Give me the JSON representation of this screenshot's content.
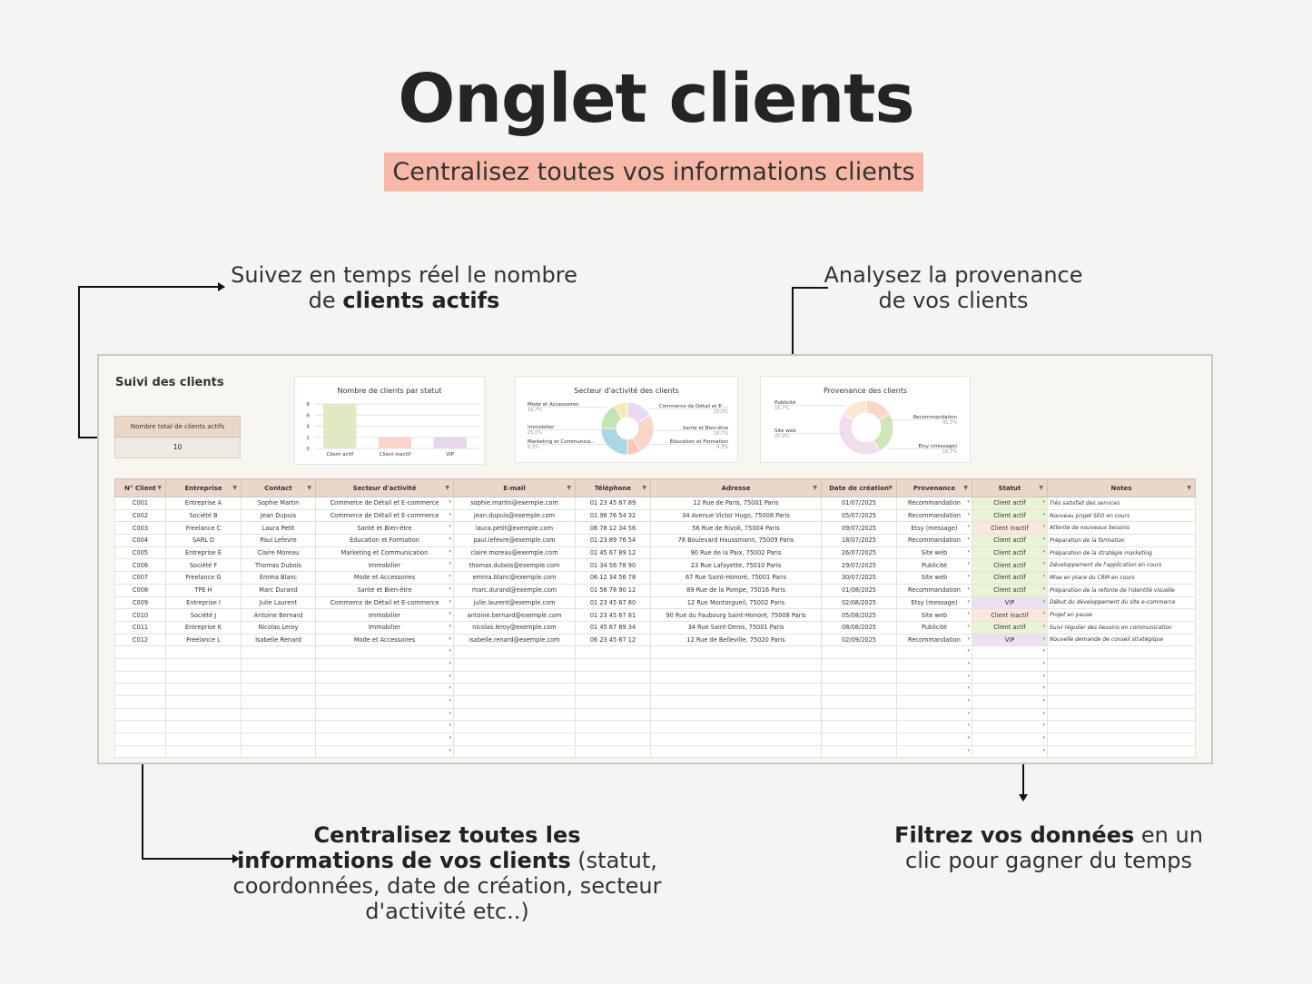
{
  "header": {
    "title": "Onglet clients",
    "subtitle": "Centralisez toutes vos informations clients"
  },
  "annotations": {
    "a1_line1": "Suivez en temps réel le nombre",
    "a1_pre": "de ",
    "a1_bold": "clients actifs",
    "a2_line1": "Analysez la provenance",
    "a2_line2": "de vos clients",
    "a3_bold": "Centralisez toutes les informations de vos clients",
    "a3_rest": " (statut, coordonnées, date de création, secteur d'activité etc..)",
    "a4_bold": "Filtrez vos données",
    "a4_rest": " en un clic pour gagner du temps"
  },
  "sheet": {
    "title": "Suivi des clients",
    "kpi_label": "Nombre total de clients actifs",
    "kpi_value": "10"
  },
  "chart_data": [
    {
      "type": "bar",
      "title": "Nombre de clients par statut",
      "categories": [
        "Client actif",
        "Client inactif",
        "VIP"
      ],
      "values": [
        8,
        2,
        2
      ],
      "ylim": [
        0,
        8
      ],
      "yticks": [
        "0",
        "2",
        "4",
        "6",
        "8"
      ],
      "colors": [
        "#dfeac2",
        "#f9d4c8",
        "#e6d6ef"
      ],
      "grid": true
    },
    {
      "type": "pie",
      "title": "Secteur d'activité des clients",
      "labels": [
        "Mode et Accessoires",
        "Immobilier",
        "Marketing et Communica...",
        "Commerce de Détail et E-...",
        "Santé et Bien-être",
        "Éducation et Formation"
      ],
      "values": [
        16.7,
        25.0,
        8.3,
        25.0,
        16.7,
        8.3
      ],
      "value_labels": [
        "16,7%",
        "25,0%",
        "8,3%",
        "25,0%",
        "16,7%",
        "8,3%"
      ],
      "colors": [
        "#ead9f0",
        "#fbd5c8",
        "#ffc8b6",
        "#a9d7e3",
        "#c7e3b4",
        "#f8ebb8"
      ]
    },
    {
      "type": "pie",
      "title": "Provenance des clients",
      "labels": [
        "Publicité",
        "Site web",
        "Recommandation",
        "Etsy (message)"
      ],
      "values": [
        16.7,
        25.0,
        41.7,
        16.7
      ],
      "value_labels": [
        "16,7%",
        "25,0%",
        "41,7%",
        "16,7%"
      ],
      "colors": [
        "#fbd5c8",
        "#cfe6b8",
        "#f2ddef",
        "#fde7d2"
      ]
    }
  ],
  "table": {
    "columns": [
      "N° Client",
      "Entreprise",
      "Contact",
      "Secteur d'activité",
      "E-mail",
      "Téléphone",
      "Adresse",
      "Date de création",
      "Provenance",
      "Statut",
      "Notes"
    ],
    "rows": [
      [
        "C001",
        "Entreprise A",
        "Sophie Martin",
        "Commerce de Détail et E-commerce",
        "sophie.martin@exemple.com",
        "01 23 45 67 89",
        "12 Rue de Paris, 75001 Paris",
        "01/07/2025",
        "Recommandation",
        "Client actif",
        "Très satisfait des services"
      ],
      [
        "C002",
        "Société B",
        "Jean Dupuis",
        "Commerce de Détail et E-commerce",
        "jean.dupuis@exemple.com",
        "01 98 76 54 32",
        "34 Avenue Victor Hugo, 75008 Paris",
        "05/07/2025",
        "Recommandation",
        "Client actif",
        "Nouveau projet SEO en cours"
      ],
      [
        "C003",
        "Freelance C",
        "Laura Petit",
        "Santé et Bien-être",
        "laura.petit@exemple.com",
        "06 78 12 34 56",
        "56 Rue de Rivoli, 75004 Paris",
        "09/07/2025",
        "Etsy (message)",
        "Client inactif",
        "Attente de nouveaux besoins"
      ],
      [
        "C004",
        "SARL D",
        "Paul Lefevre",
        "Éducation et Formation",
        "paul.lefevre@exemple.com",
        "01 23 89 76 54",
        "78 Boulevard Haussmann, 75009 Paris",
        "18/07/2025",
        "Recommandation",
        "Client actif",
        "Préparation de la formation"
      ],
      [
        "C005",
        "Entreprise E",
        "Claire Moreau",
        "Marketing et Communication",
        "claire.moreau@exemple.com",
        "01 45 67 89 12",
        "90 Rue de la Paix, 75002 Paris",
        "26/07/2025",
        "Site web",
        "Client actif",
        "Préparation de la stratégie marketing"
      ],
      [
        "C006",
        "Société F",
        "Thomas Dubois",
        "Immobilier",
        "thomas.dubois@exemple.com",
        "01 34 56 78 90",
        "23 Rue Lafayette, 75010 Paris",
        "29/07/2025",
        "Publicité",
        "Client actif",
        "Développement de l'application en cours"
      ],
      [
        "C007",
        "Freelance G",
        "Emma Blanc",
        "Mode et Accessoires",
        "emma.blanc@exemple.com",
        "06 12 34 56 78",
        "67 Rue Saint-Honoré, 75001 Paris",
        "30/07/2025",
        "Site web",
        "Client actif",
        "Mise en place du CRM en cours"
      ],
      [
        "C008",
        "TPE H",
        "Marc Durand",
        "Santé et Bien-être",
        "marc.durand@exemple.com",
        "01 56 78 90 12",
        "89 Rue de la Pompe, 75016 Paris",
        "01/08/2025",
        "Recommandation",
        "Client actif",
        "Préparation de la refonte de l'identité visuelle"
      ],
      [
        "C009",
        "Entreprise I",
        "Julie Laurent",
        "Commerce de Détail et E-commerce",
        "julie.laurent@exemple.com",
        "01 23 45 67 80",
        "12 Rue Montorgueil, 75002 Paris",
        "02/08/2025",
        "Etsy (message)",
        "VIP",
        "Début du développement du site e-commerce"
      ],
      [
        "C010",
        "Société J",
        "Antoine Bernard",
        "Immobilier",
        "antoine.bernard@exemple.com",
        "01 23 45 67 81",
        "90 Rue du Faubourg Saint-Honoré, 75008 Paris",
        "05/08/2025",
        "Site web",
        "Client inactif",
        "Projet en pause"
      ],
      [
        "C011",
        "Entreprise K",
        "Nicolas Leroy",
        "Immobilier",
        "nicolas.leroy@exemple.com",
        "01 45 67 89 34",
        "34 Rue Saint-Denis, 75001 Paris",
        "08/08/2025",
        "Publicité",
        "Client actif",
        "Suivi régulier des besoins en communication"
      ],
      [
        "C012",
        "Freelance L",
        "Isabelle Renard",
        "Mode et Accessoires",
        "isabelle.renard@exemple.com",
        "06 23 45 67 12",
        "12 Rue de Belleville, 75020 Paris",
        "02/09/2025",
        "Recommandation",
        "VIP",
        "Nouvelle demande de conseil stratégique"
      ]
    ],
    "empty_rows": 9
  }
}
